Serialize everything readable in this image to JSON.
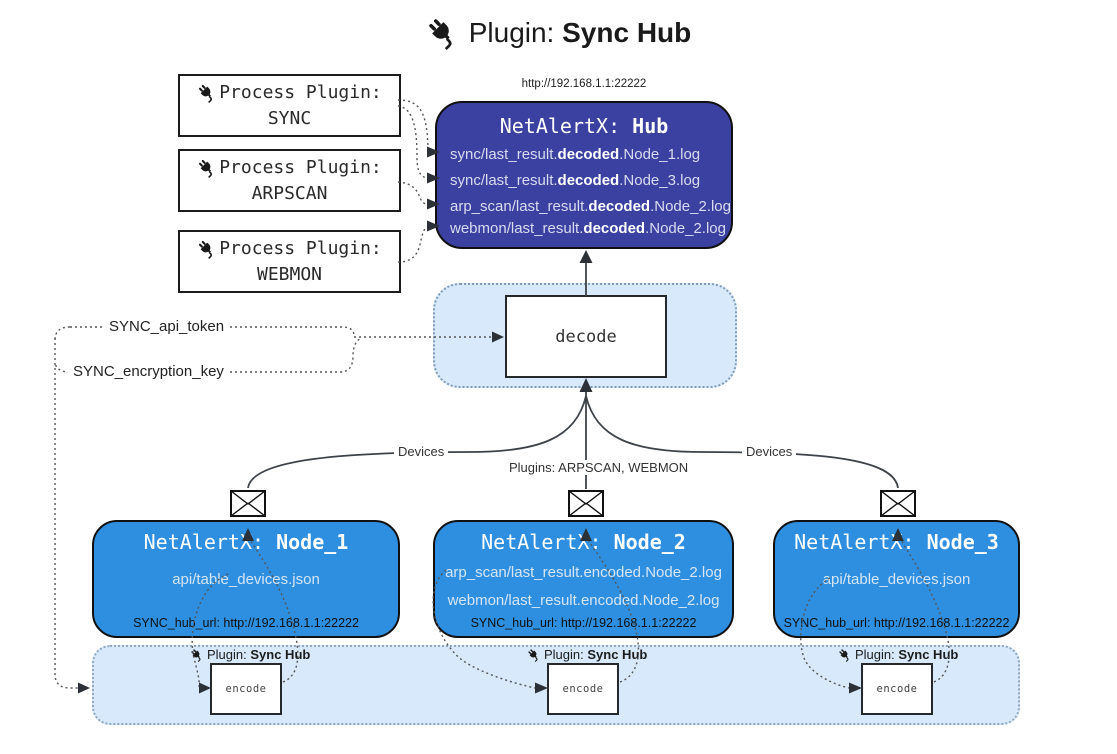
{
  "title": {
    "prefix": "Plugin: ",
    "bold": "Sync Hub"
  },
  "hub": {
    "url": "http://192.168.1.1:22222",
    "title_prefix": "NetAlertX: ",
    "title_bold": "Hub",
    "lines": [
      {
        "prefix": "sync/last_result.",
        "bold": "decoded",
        "suffix": ".Node_1.log"
      },
      {
        "prefix": "sync/last_result.",
        "bold": "decoded",
        "suffix": ".Node_3.log"
      },
      {
        "prefix": "arp_scan/last_result.",
        "bold": "decoded",
        "suffix": ".Node_2.log"
      },
      {
        "prefix": "webmon/last_result.",
        "bold": "decoded",
        "suffix": ".Node_2.log"
      }
    ]
  },
  "process_plugins": [
    {
      "label": "Process Plugin:",
      "name": "SYNC"
    },
    {
      "label": "Process Plugin:",
      "name": "ARPSCAN"
    },
    {
      "label": "Process Plugin:",
      "name": "WEBMON"
    }
  ],
  "decode": {
    "label": "decode"
  },
  "settings": {
    "api_token": "SYNC_api_token",
    "encryption_key": "SYNC_encryption_key"
  },
  "edges": {
    "devices_left": "Devices",
    "plugins_center": "Plugins: ARPSCAN, WEBMON",
    "devices_right": "Devices"
  },
  "nodes": [
    {
      "title_prefix": "NetAlertX: ",
      "title_bold": "Node_1",
      "files": [
        "api/table_devices.json"
      ],
      "hub_url": "SYNC_hub_url: http://192.168.1.1:22222"
    },
    {
      "title_prefix": "NetAlertX: ",
      "title_bold": "Node_2",
      "files": [
        "arp_scan/last_result.encoded.Node_2.log",
        "webmon/last_result.encoded.Node_2.log"
      ],
      "hub_url": "SYNC_hub_url: http://192.168.1.1:22222"
    },
    {
      "title_prefix": "NetAlertX: ",
      "title_bold": "Node_3",
      "files": [
        "api/table_devices.json"
      ],
      "hub_url": "SYNC_hub_url: http://192.168.1.1:22222"
    }
  ],
  "encoders": [
    {
      "label_prefix": "Plugin: ",
      "label_bold": "Sync Hub",
      "box": "encode"
    },
    {
      "label_prefix": "Plugin: ",
      "label_bold": "Sync Hub",
      "box": "encode"
    },
    {
      "label_prefix": "Plugin: ",
      "label_bold": "Sync Hub",
      "box": "encode"
    }
  ],
  "colors": {
    "hub_bg": "#3b41a0",
    "node_bg": "#2e8fe0",
    "panel_bg": "#d7e9fb",
    "panel_border": "#7f9db9",
    "wire": "#555555",
    "arrow_dark": "#2b3137"
  }
}
